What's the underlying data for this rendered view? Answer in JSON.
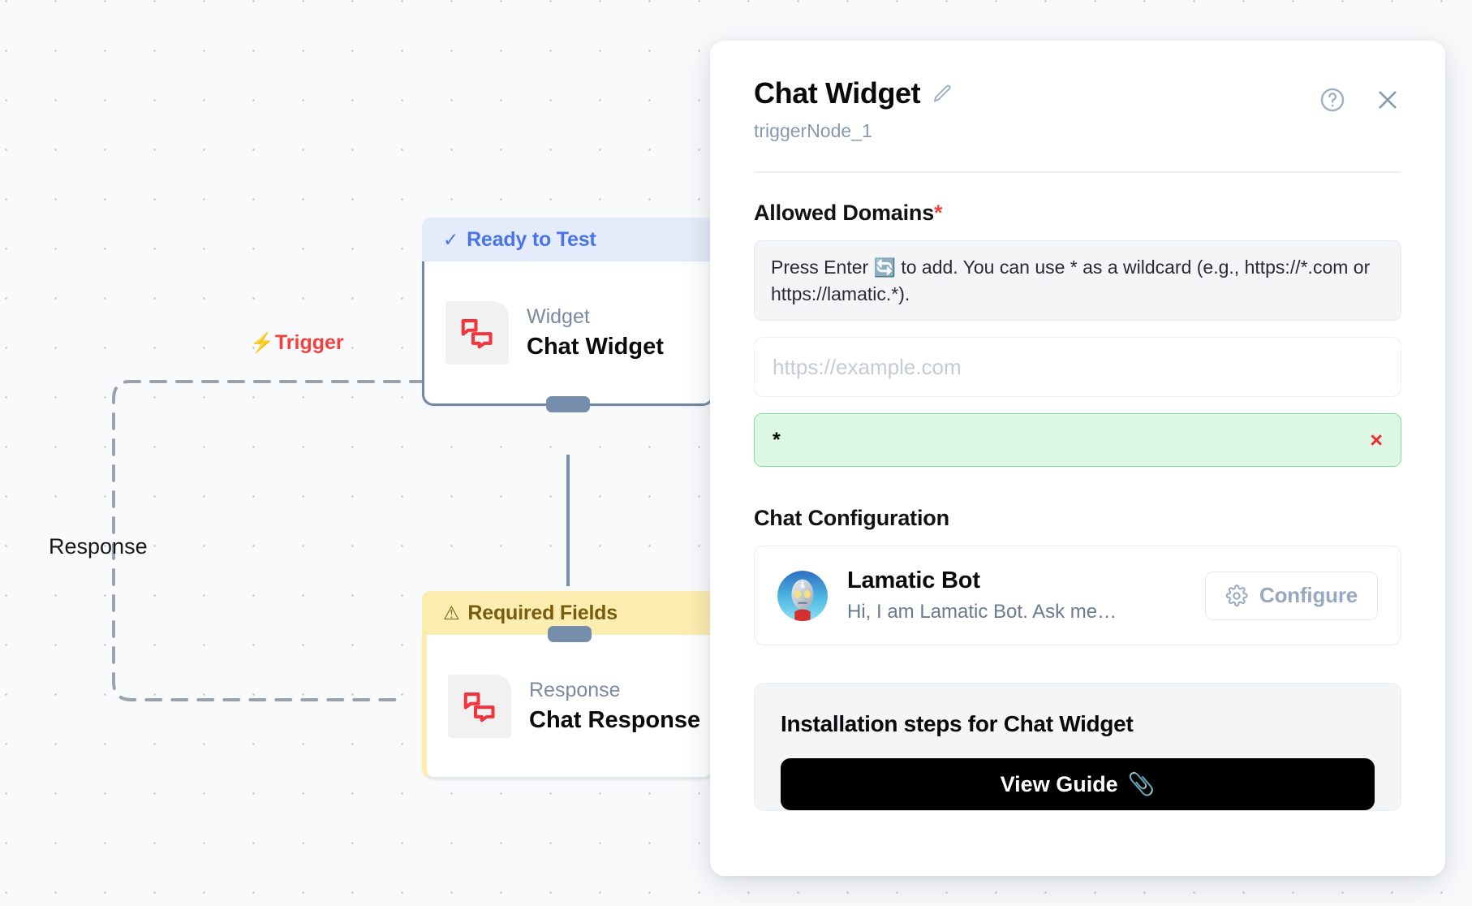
{
  "canvas": {
    "trigger_label": "Trigger",
    "trigger_bolt": "⚡",
    "response_label": "Response",
    "nodes": [
      {
        "badge_icon": "✓",
        "badge_label": "Ready to Test",
        "kind": "Widget",
        "title": "Chat Widget",
        "icon": "chat-bubbles-icon"
      },
      {
        "badge_icon": "⚠",
        "badge_label": "Required Fields",
        "kind": "Response",
        "title": "Chat Response",
        "icon": "chat-bubbles-icon"
      }
    ]
  },
  "panel": {
    "title": "Chat Widget",
    "edit_icon": "pencil-icon",
    "subtitle": "triggerNode_1",
    "help_icon": "help-circle-icon",
    "close_icon": "close-icon",
    "allowed_domains": {
      "label": "Allowed Domains",
      "required_marker": "*",
      "hint_before": "Press Enter",
      "hint_key": "🔄",
      "hint_after": "to add. You can use * as a wildcard (e.g., https://*.com or https://lamatic.*).",
      "input_placeholder": "https://example.com",
      "input_value": "",
      "chips": [
        {
          "value": "*",
          "remove_icon": "×"
        }
      ]
    },
    "chat_configuration": {
      "label": "Chat Configuration",
      "bot_name": "Lamatic Bot",
      "bot_description": "Hi, I am Lamatic Bot. Ask me…",
      "configure_label": "Configure",
      "configure_icon": "gear-icon",
      "avatar": "robot-avatar"
    },
    "installation": {
      "title": "Installation steps for Chat Widget",
      "guide_label": "View Guide",
      "guide_icon": "📎"
    }
  },
  "colors": {
    "accent_red": "#f43f3f",
    "badge_ready_bg": "#e4ecfb",
    "badge_ready_fg": "#4a73e8",
    "badge_required_bg": "#fdedb0",
    "badge_required_fg": "#7a5c10",
    "chip_bg": "#ddf8e4",
    "chip_border": "#81dfa0",
    "canvas_bg": "#f8fafc",
    "node_border": "#6f8aa6"
  }
}
